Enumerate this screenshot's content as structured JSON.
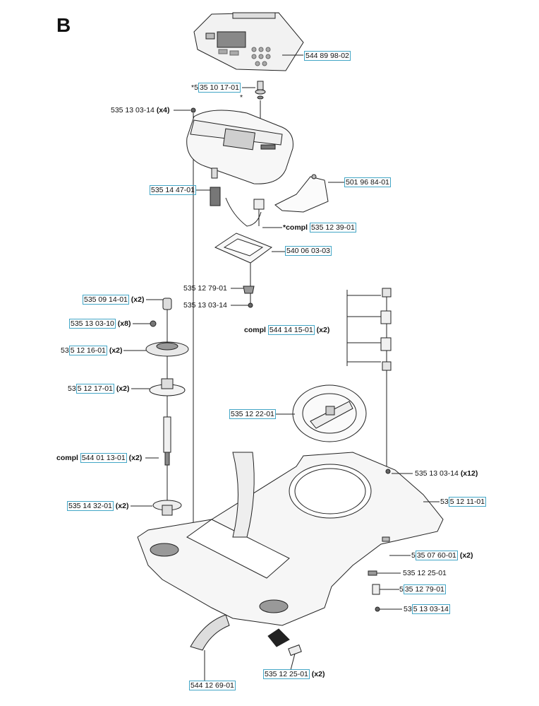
{
  "section_letter": "B",
  "labels": {
    "l01": {
      "pre": "",
      "num": "544 89 98-02",
      "suf": ""
    },
    "l02": {
      "pre": "*5",
      "num": "35 10 17-01",
      "suf": ""
    },
    "l03": {
      "pre": "*",
      "num": "",
      "suf": ""
    },
    "l04": {
      "pre": "535 13 03-14 ",
      "num": "",
      "suf": "(x4)"
    },
    "l05": {
      "pre": "",
      "num": "501 96 84-01",
      "suf": ""
    },
    "l06": {
      "pre": "",
      "num": "535 14 47-01",
      "suf": ""
    },
    "l07": {
      "pre": "*compl ",
      "num": "535 12 39-01",
      "suf": ""
    },
    "l08": {
      "pre": "",
      "num": "540 06 03-03",
      "suf": ""
    },
    "l09": {
      "pre": "535 12 79-01",
      "num": "",
      "suf": ""
    },
    "l10": {
      "pre": "",
      "num": "535 09 14-01",
      "suf": " (x2)"
    },
    "l11": {
      "pre": "535 13 03-14",
      "num": "",
      "suf": ""
    },
    "l12": {
      "pre": "",
      "num": "535 13 03-10",
      "suf": " (x8)"
    },
    "l13": {
      "pre": "compl ",
      "num": "544 14 15-01",
      "suf": " (x2)"
    },
    "l14": {
      "pre": "53",
      "num": "5 12 16-01",
      "suf": " (x2)"
    },
    "l15": {
      "pre": "53",
      "num": "5 12 17-01",
      "suf": " (x2)"
    },
    "l16": {
      "pre": "",
      "num": "535 12 22-01",
      "suf": ""
    },
    "l17": {
      "pre": "compl ",
      "num": "544 01 13-01",
      "suf": " (x2)"
    },
    "l18": {
      "pre": "535 13 03-14 ",
      "num": "",
      "suf": "(x12)"
    },
    "l19": {
      "pre": "",
      "num": "535 14 32-01",
      "suf": " (x2)"
    },
    "l20": {
      "pre": "53",
      "num": "5 12 11-01",
      "suf": ""
    },
    "l21": {
      "pre": "5",
      "num": "35 07 60-01",
      "suf": " (x2)"
    },
    "l22": {
      "pre": "535 12 25-01",
      "num": "",
      "suf": ""
    },
    "l23": {
      "pre": "5",
      "num": "35 12 79-01",
      "suf": ""
    },
    "l24": {
      "pre": "53",
      "num": "5 13 03-14",
      "suf": ""
    },
    "l25": {
      "pre": "",
      "num": "544 12 69-01",
      "suf": ""
    },
    "l26": {
      "pre": "",
      "num": "535 12 25-01",
      "suf": " (x2)"
    }
  },
  "colors": {
    "link_box": "#43a6c6",
    "line": "#111111"
  }
}
